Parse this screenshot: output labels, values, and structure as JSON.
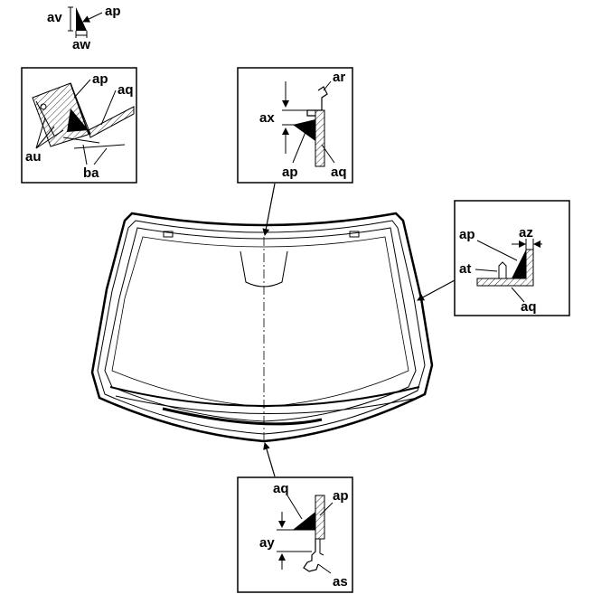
{
  "legend": {
    "labels": [
      "av",
      "ap",
      "aw"
    ]
  },
  "detail_top_left": {
    "labels": [
      "ap",
      "aq",
      "au",
      "ba"
    ]
  },
  "detail_top_center": {
    "labels": [
      "ar",
      "ax",
      "ap",
      "aq"
    ]
  },
  "detail_right": {
    "labels": [
      "ap",
      "az",
      "at",
      "aq"
    ]
  },
  "detail_bottom": {
    "labels": [
      "aq",
      "ap",
      "ay",
      "as"
    ]
  }
}
